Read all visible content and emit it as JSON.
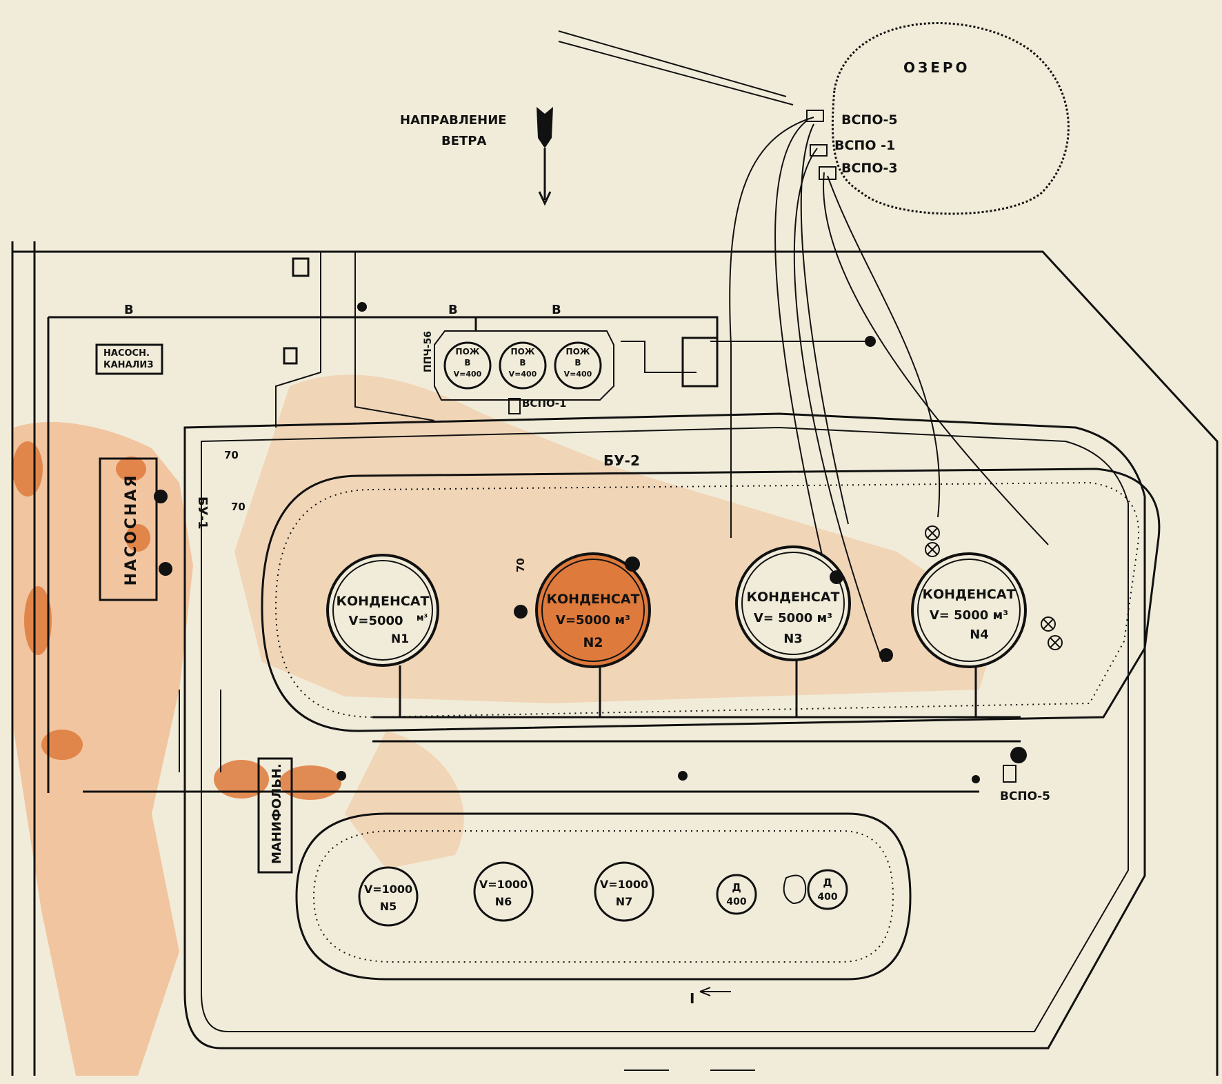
{
  "labels": {
    "lake": "ОЗЕРО",
    "wind_line1": "НАПРАВЛЕНИЕ",
    "wind_line2": "ВЕТРА",
    "pump_sewer_line1": "НАСОСН.",
    "pump_sewer_line2": "КАНАЛИЗ",
    "pump_house": "НАСОСНАЯ",
    "manifold": "МАНИФОЛЬН.",
    "bu2": "БУ-2",
    "bu1": "БУ-1",
    "ppch": "ППЧ-56",
    "vspo1_small": "ВСПО-1",
    "vspo5_bottom": "ВСПО-5",
    "water_line": "В",
    "dist_70": "70",
    "gate": "I"
  },
  "lake_stations": [
    "ВСПО-5",
    "ВСПО -1",
    "ВСПО-3"
  ],
  "fire_tanks": [
    {
      "line1": "ПОЖ",
      "line2": "В",
      "line3": "V=400"
    },
    {
      "line1": "ПОЖ",
      "line2": "В",
      "line3": "V=400"
    },
    {
      "line1": "ПОЖ",
      "line2": "В",
      "line3": "V=400"
    }
  ],
  "condensate_tanks": [
    {
      "name": "КОНДЕНСАТ",
      "volume": "V=5000",
      "unit": "м³",
      "number": "N1",
      "burning": false
    },
    {
      "name": "КОНДЕНСАТ",
      "volume": "V=5000 м³",
      "unit": "",
      "number": "N2",
      "burning": true
    },
    {
      "name": "КОНДЕНСАТ",
      "volume": "V= 5000 м³",
      "unit": "",
      "number": "N3",
      "burning": false
    },
    {
      "name": "КОНДЕНСАТ",
      "volume": "V= 5000 м³",
      "unit": "",
      "number": "N4",
      "burning": false
    }
  ],
  "small_tanks": [
    {
      "volume": "V=1000",
      "number": "N5"
    },
    {
      "volume": "V=1000",
      "number": "N6"
    },
    {
      "volume": "V=1000",
      "number": "N7"
    },
    {
      "volume": "Д",
      "number": "400"
    },
    {
      "volume": "Д",
      "number": "400"
    }
  ],
  "colors": {
    "paper": "#f1ecd9",
    "ink": "#111111",
    "burn": "#de7a3c",
    "stain": "#efb98c"
  }
}
